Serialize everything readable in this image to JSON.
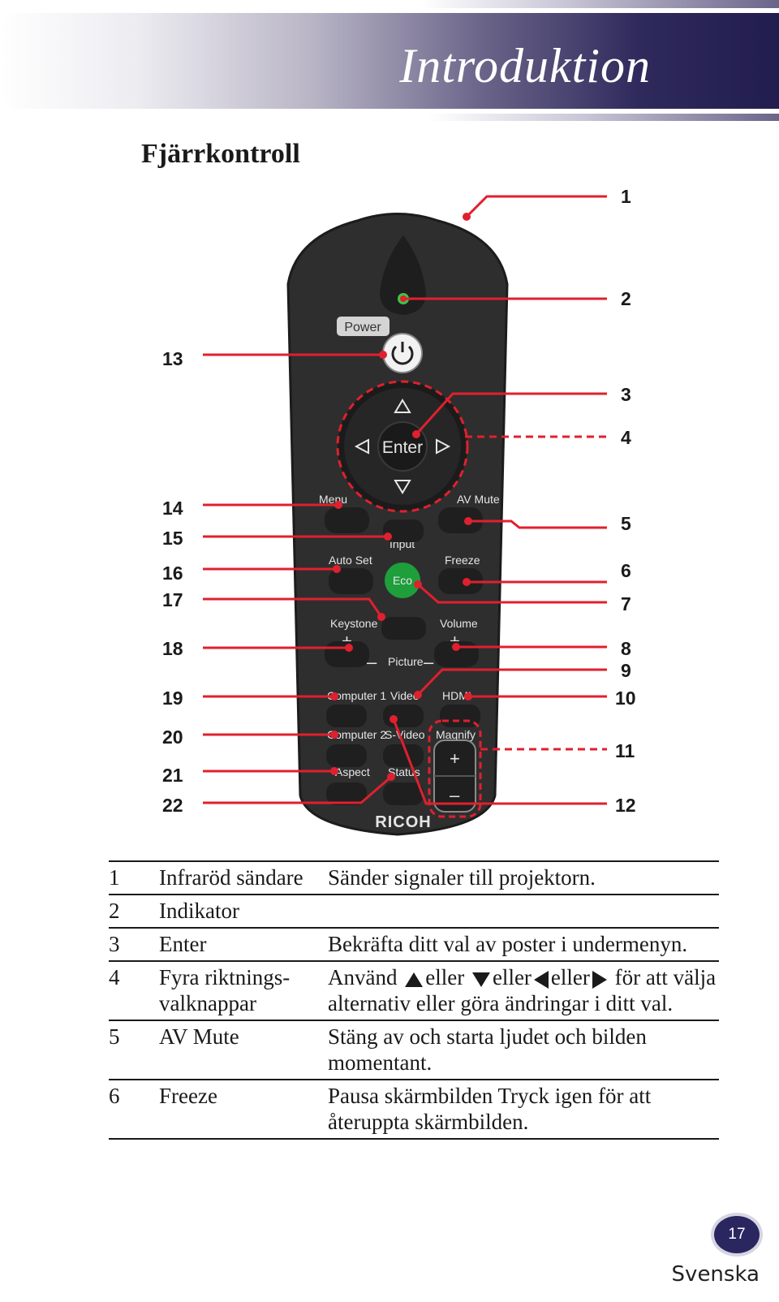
{
  "header": {
    "title": "Introduktion"
  },
  "section": {
    "title": "Fjärrkontroll"
  },
  "remote": {
    "power_label": "Power",
    "enter_label": "Enter",
    "buttons": {
      "menu": "Menu",
      "av_mute": "AV Mute",
      "input": "Input",
      "auto_set": "Auto Set",
      "freeze": "Freeze",
      "eco": "Eco",
      "keystone": "Keystone",
      "volume": "Volume",
      "picture": "Picture",
      "computer1": "Computer 1",
      "video": "Video",
      "hdmi": "HDMI",
      "computer2": "Computer 2",
      "s_video": "S-Video",
      "magnify": "Magnify",
      "aspect": "Aspect",
      "status": "Status"
    },
    "brand": "RICOH",
    "plus": "+",
    "minus": "–"
  },
  "callouts": {
    "right": [
      "1",
      "2",
      "3",
      "4",
      "5",
      "6",
      "7",
      "8",
      "9",
      "10",
      "11",
      "12"
    ],
    "left": [
      "13",
      "14",
      "15",
      "16",
      "17",
      "18",
      "19",
      "20",
      "21",
      "22"
    ]
  },
  "table": {
    "rows": [
      {
        "num": "1",
        "name": "Infraröd sändare",
        "desc": "Sänder signaler till projektorn."
      },
      {
        "num": "2",
        "name": "Indikator",
        "desc": ""
      },
      {
        "num": "3",
        "name": "Enter",
        "desc": "Bekräfta ditt val av poster i undermenyn."
      },
      {
        "num": "4",
        "name": "Fyra riktnings- valknappar",
        "desc_parts": [
          "Använd",
          "eller",
          "eller",
          "eller",
          "för att välja alternativ eller göra ändringar i ditt val."
        ]
      },
      {
        "num": "5",
        "name": "AV Mute",
        "desc": "Stäng av och starta ljudet och bilden momentant."
      },
      {
        "num": "6",
        "name": "Freeze",
        "desc": "Pausa skärmbilden Tryck igen för att återuppta skärmbilden."
      }
    ]
  },
  "footer": {
    "page": "17",
    "language": "Svenska"
  },
  "colors": {
    "header_accent": "#221d4f",
    "callout_line": "#e0202e",
    "remote_body": "#2e2e2e",
    "eco_button": "#1f9e3c"
  }
}
